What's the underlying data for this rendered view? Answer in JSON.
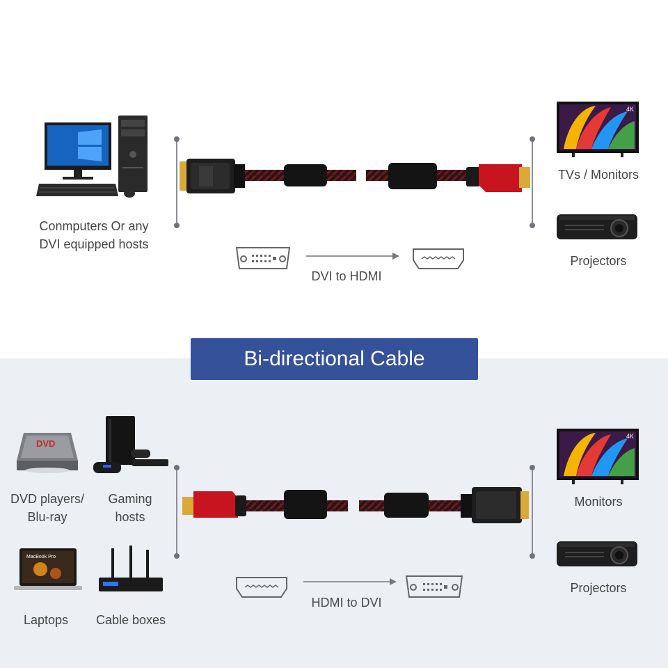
{
  "top": {
    "source_label_line1": "Conmputers Or any",
    "source_label_line2": "DVI equipped hosts",
    "dest_label_tv": "TVs / Monitors",
    "dest_label_projector": "Projectors",
    "direction_caption": "DVI to HDMI"
  },
  "banner": {
    "title": "Bi-directional Cable"
  },
  "bottom": {
    "dvd_label_line1": "DVD players/",
    "dvd_label_line2": "Blu-ray",
    "gaming_label_line1": "Gaming",
    "gaming_label_line2": "hosts",
    "laptops_label": "Laptops",
    "cable_boxes_label": "Cable boxes",
    "dest_label_monitor": "Monitors",
    "dest_label_projector": "Projectors",
    "direction_caption": "HDMI to DVI"
  },
  "device_text": {
    "dvd_logo": "DVD",
    "laptop_screen": "MacBook Pro",
    "tv_badge": "4K"
  },
  "colors": {
    "banner": "#34519a",
    "cable_red": "#b8141c",
    "cable_black": "#1b1b1b",
    "gold": "#d9a93a",
    "bottom_background": "#ecf0f5"
  }
}
